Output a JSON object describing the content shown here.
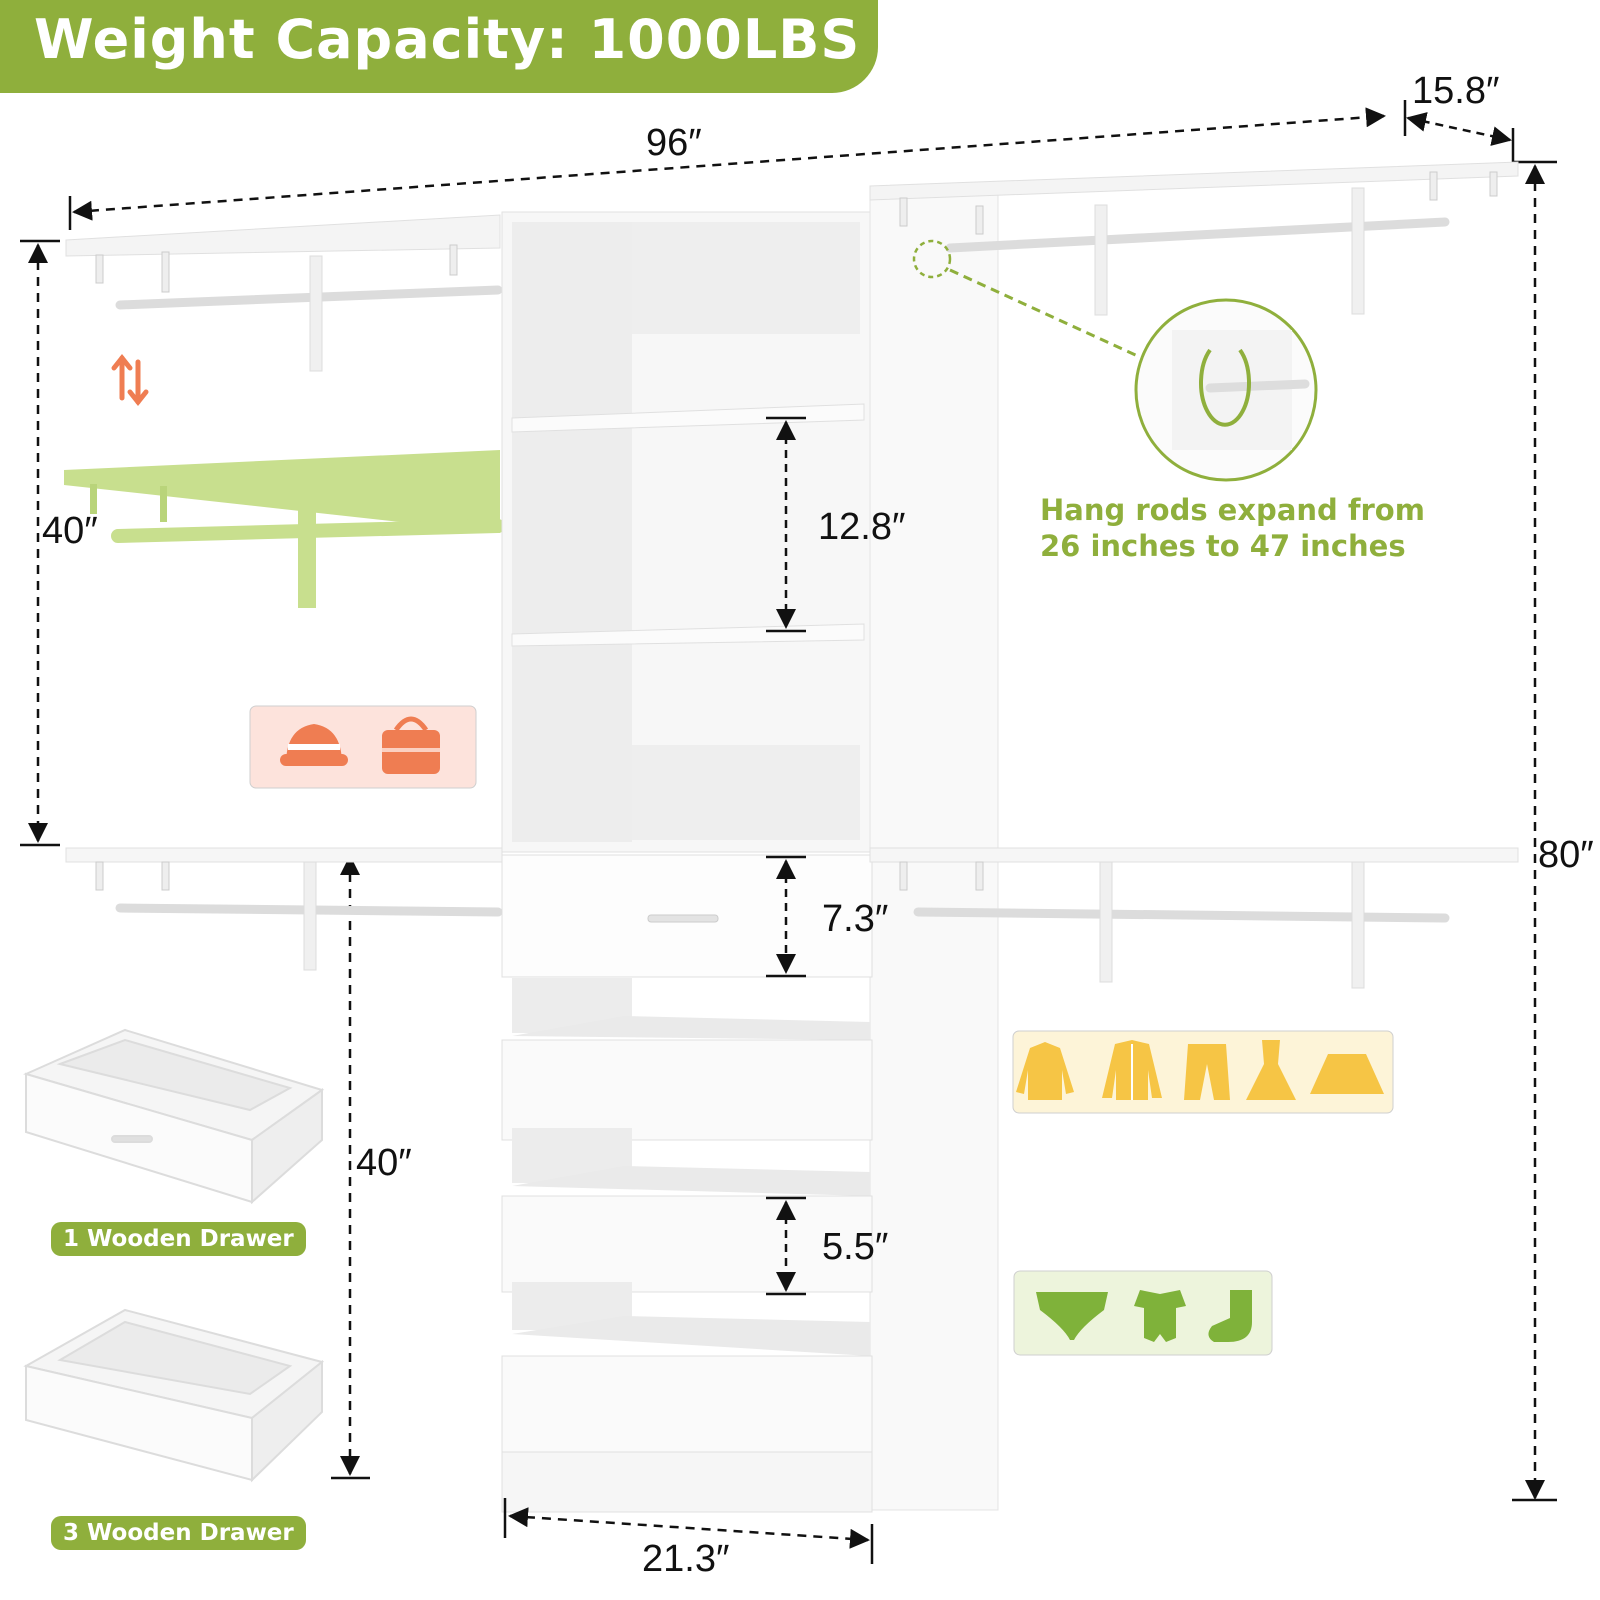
{
  "banner": {
    "title": "Weight Capacity: 1000LBS"
  },
  "dimensions": {
    "total_width": "96″",
    "depth": "15.8″",
    "total_height": "80″",
    "upper_hanging_height": "40″",
    "lower_hanging_height": "40″",
    "shelf_spacing": "12.8″",
    "top_drawer_height": "7.3″",
    "lower_drawer_height": "5.5″",
    "tower_width": "21.3″"
  },
  "callout": {
    "line1": "Hang rods expand from",
    "line2": "26 inches to 47 inches"
  },
  "drawers": {
    "top_label": "1 Wooden Drawer",
    "bottom_label": "3 Wooden Drawer"
  },
  "icons": {
    "accessories": [
      "hat-icon",
      "handbag-icon"
    ],
    "clothes": [
      "shirt-icon",
      "jacket-icon",
      "pants-icon",
      "dress-icon",
      "skirt-icon"
    ],
    "kids": [
      "underwear-icon",
      "onesie-icon",
      "sock-icon"
    ],
    "adjust": "up-down-arrows-icon"
  },
  "colors": {
    "accent_green": "#8faf3c",
    "light_green": "#c8df8e",
    "orange": "#ef7d52",
    "yellow": "#f6c545",
    "pink_bg": "#fde3dc",
    "yellow_bg": "#fdf4d8",
    "green_bg": "#edf4dc"
  }
}
